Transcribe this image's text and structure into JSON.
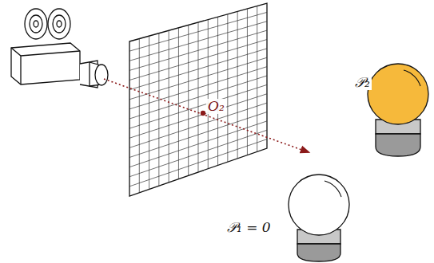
{
  "diagram": {
    "labels": [
      "O₂",
      "𝒫₂",
      "𝒫₁ = 0"
    ]
  }
}
